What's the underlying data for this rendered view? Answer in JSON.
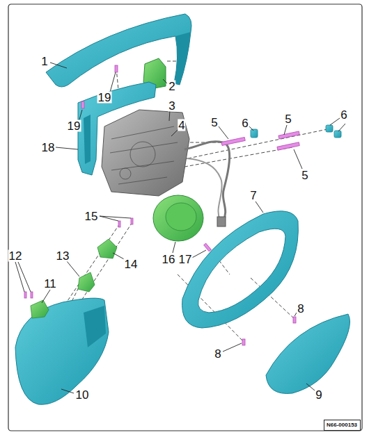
{
  "diagram": {
    "nodes": [
      {
        "text": [
          "N66-000153"
        ]
      }
    ],
    "labels": [
      "1",
      "19",
      "2",
      "19",
      "3",
      "18",
      "4",
      "5",
      "6",
      "5",
      "6",
      "5",
      "7",
      "15",
      "16",
      "17",
      "12",
      "13",
      "14",
      "11",
      "8",
      "8",
      "10",
      "9"
    ]
  }
}
